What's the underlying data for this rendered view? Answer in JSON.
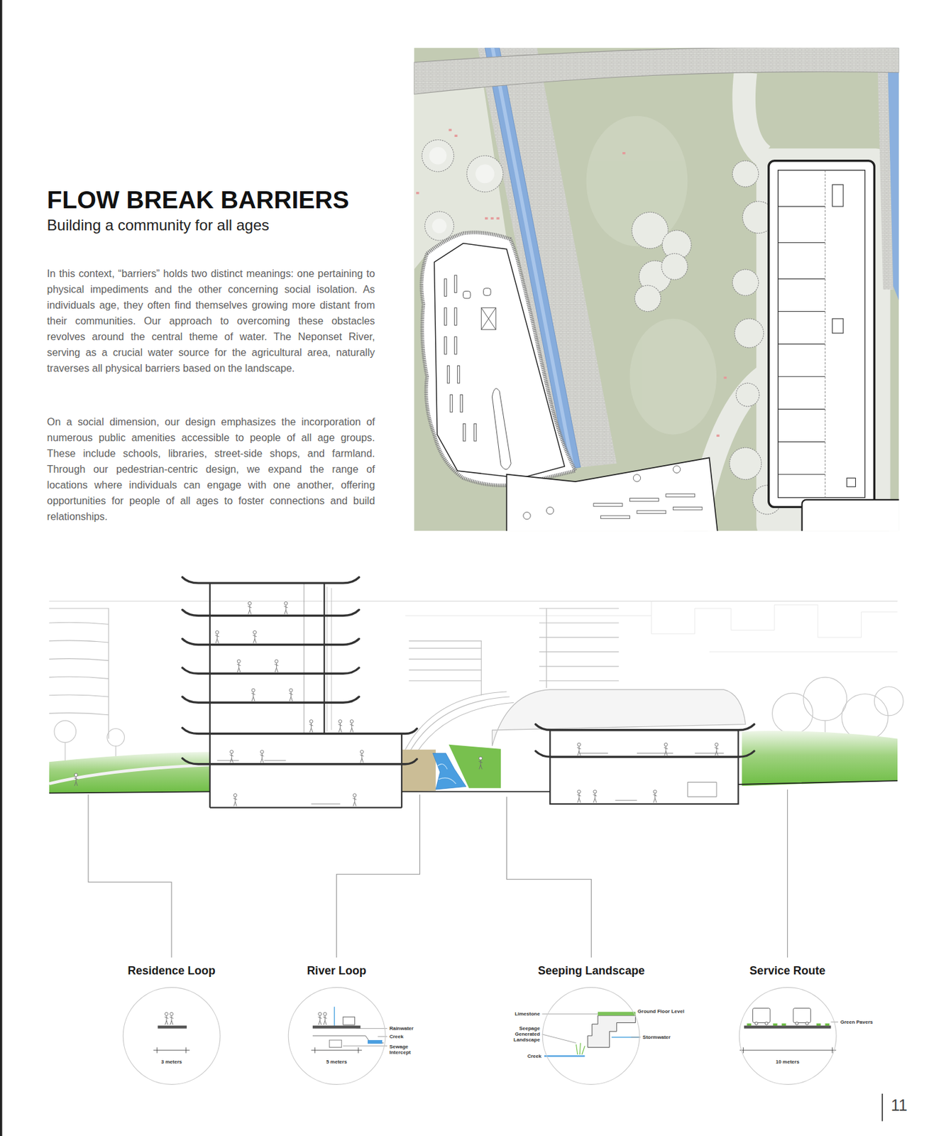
{
  "diagram": {
    "title": "FLOW BREAK BARRIERS",
    "nodes": [
      {
        "text": [
          "Residence Loop",
          "3 meters"
        ]
      },
      {
        "text": [
          "River Loop",
          "Rainwater",
          "Creek",
          "Sewage Intercept",
          "5 meters"
        ]
      },
      {
        "text": [
          "Seeping Landscape",
          "Limestone",
          "Ground Floor Level",
          "Seepage Generated Landscape",
          "Stormwater",
          "Creek"
        ]
      },
      {
        "text": [
          "Service Route",
          "Green Pavers",
          "10 meters"
        ]
      }
    ],
    "labels": [
      "Building a community for all ages",
      "In this context, “barriers” holds two distinct meanings: one pertaining to physical impediments and the other concerning social isolation. As individuals age, they often find themselves growing more distant from their communities. Our approach to overcoming these obstacles revolves around the central theme of water. The Neponset River, serving as a crucial water source for the agricultural area, naturally traverses all physical barriers based on the landscape.",
      "On a social dimension, our design emphasizes the incorporation of numerous public amenities accessible to people of all age groups. These include schools, libraries, street-side shops, and farmland. Through our pedestrian-centric design, we expand the range of locations where individuals can engage with one another, offering opportunities for people of all ages to foster connections and build relationships.",
      "11"
    ]
  }
}
